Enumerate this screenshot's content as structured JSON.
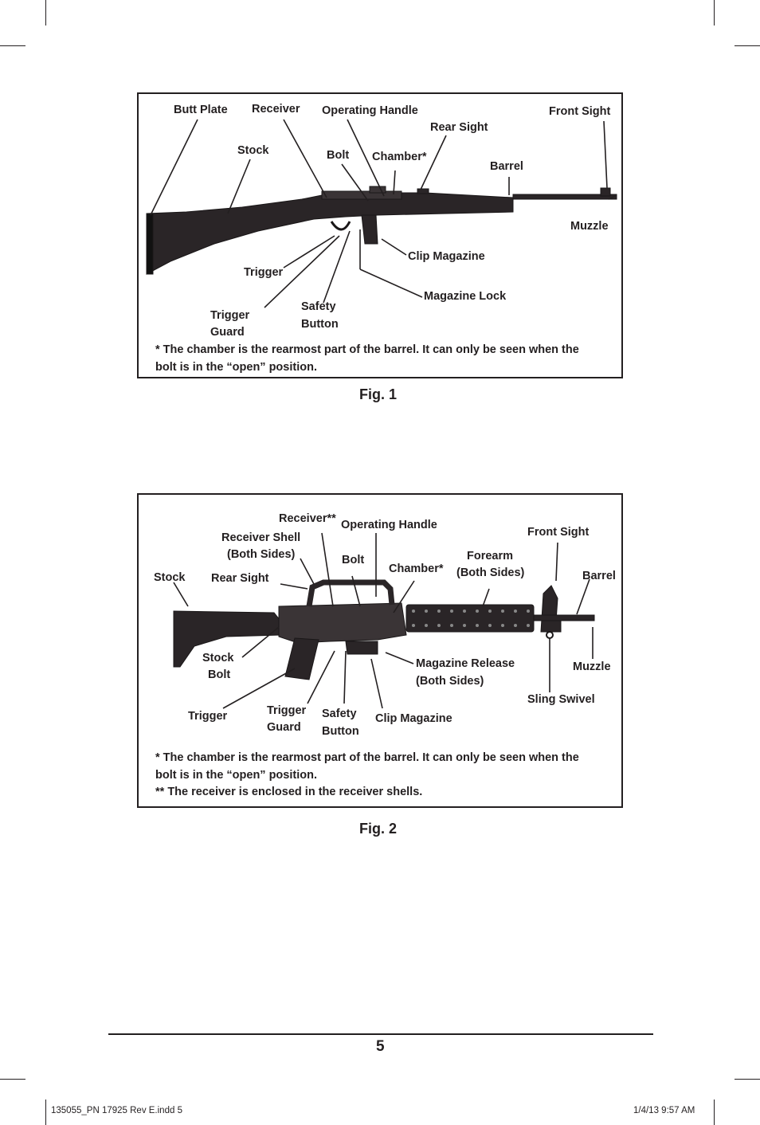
{
  "figure1": {
    "caption": "Fig. 1",
    "labels": {
      "butt_plate": "Butt Plate",
      "receiver": "Receiver",
      "operating_handle": "Operating Handle",
      "front_sight": "Front Sight",
      "rear_sight": "Rear Sight",
      "stock": "Stock",
      "bolt": "Bolt",
      "chamber": "Chamber*",
      "barrel": "Barrel",
      "muzzle": "Muzzle",
      "clip_magazine": "Clip Magazine",
      "trigger": "Trigger",
      "magazine_lock": "Magazine Lock",
      "trigger_guard_1": "Trigger",
      "trigger_guard_2": "Guard",
      "safety_button_1": "Safety",
      "safety_button_2": "Button"
    },
    "note_line1": "* The chamber is the rearmost part of the barrel.  It can only be seen when the",
    "note_line2": "bolt is in the “open” position."
  },
  "figure2": {
    "caption": "Fig. 2",
    "labels": {
      "receiver": "Receiver**",
      "operating_handle": "Operating Handle",
      "receiver_shell_1": "Receiver Shell",
      "receiver_shell_2": "(Both Sides)",
      "front_sight": "Front Sight",
      "forearm_1": "Forearm",
      "forearm_2": "(Both Sides)",
      "bolt": "Bolt",
      "stock": "Stock",
      "rear_sight": "Rear Sight",
      "chamber": "Chamber*",
      "barrel": "Barrel",
      "stock_bolt_1": "Stock",
      "stock_bolt_2": "Bolt",
      "magazine_release_1": "Magazine Release",
      "magazine_release_2": "(Both Sides)",
      "muzzle": "Muzzle",
      "sling_swivel": "Sling Swivel",
      "trigger": "Trigger",
      "trigger_guard_1": "Trigger",
      "trigger_guard_2": "Guard",
      "safety_button_1": "Safety",
      "safety_button_2": "Button",
      "clip_magazine": "Clip Magazine"
    },
    "note_line1": "* The chamber is the rearmost part of the barrel.  It can only be seen when the",
    "note_line2": "bolt is in the “open” position.",
    "note_line3": "** The receiver is enclosed in the receiver shells."
  },
  "page_number": "5",
  "footer": {
    "file_slug": "135055_PN 17925 Rev E.indd   5",
    "date_slug": "1/4/13   9:57 AM"
  }
}
